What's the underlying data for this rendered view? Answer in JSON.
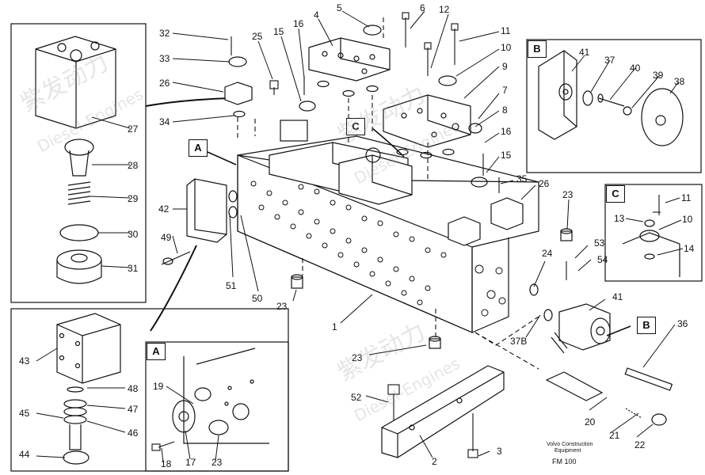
{
  "callouts": [
    {
      "id": "c32",
      "text": "32"
    },
    {
      "id": "c33",
      "text": "33"
    },
    {
      "id": "c26a",
      "text": "26"
    },
    {
      "id": "c34",
      "text": "34"
    },
    {
      "id": "c25",
      "text": "25"
    },
    {
      "id": "c15a",
      "text": "15"
    },
    {
      "id": "c16a",
      "text": "16"
    },
    {
      "id": "c4",
      "text": "4"
    },
    {
      "id": "c5",
      "text": "5"
    },
    {
      "id": "c6",
      "text": "6"
    },
    {
      "id": "c12",
      "text": "12"
    },
    {
      "id": "c11a",
      "text": "11"
    },
    {
      "id": "c10a",
      "text": "10"
    },
    {
      "id": "c9",
      "text": "9"
    },
    {
      "id": "c7",
      "text": "7"
    },
    {
      "id": "c8",
      "text": "8"
    },
    {
      "id": "c16b",
      "text": "16"
    },
    {
      "id": "c15b",
      "text": "15"
    },
    {
      "id": "c35",
      "text": "35"
    },
    {
      "id": "c26b",
      "text": "26"
    },
    {
      "id": "c23a",
      "text": "23"
    },
    {
      "id": "c42",
      "text": "42"
    },
    {
      "id": "c49",
      "text": "49"
    },
    {
      "id": "c51",
      "text": "51"
    },
    {
      "id": "c50",
      "text": "50"
    },
    {
      "id": "c23b",
      "text": "23"
    },
    {
      "id": "c24",
      "text": "24"
    },
    {
      "id": "c53",
      "text": "53"
    },
    {
      "id": "c54",
      "text": "54"
    },
    {
      "id": "c41a",
      "text": "41"
    },
    {
      "id": "c1",
      "text": "1"
    },
    {
      "id": "c37b",
      "text": "37B"
    },
    {
      "id": "c23c",
      "text": "23"
    },
    {
      "id": "c36",
      "text": "36"
    },
    {
      "id": "c52",
      "text": "52"
    },
    {
      "id": "c20",
      "text": "20"
    },
    {
      "id": "c2",
      "text": "2"
    },
    {
      "id": "c3",
      "text": "3"
    },
    {
      "id": "c21",
      "text": "21"
    },
    {
      "id": "c22",
      "text": "22"
    },
    {
      "id": "c27",
      "text": "27"
    },
    {
      "id": "c28",
      "text": "28"
    },
    {
      "id": "c29",
      "text": "29"
    },
    {
      "id": "c30",
      "text": "30"
    },
    {
      "id": "c31",
      "text": "31"
    },
    {
      "id": "c43",
      "text": "43"
    },
    {
      "id": "c48",
      "text": "48"
    },
    {
      "id": "c47",
      "text": "47"
    },
    {
      "id": "c45",
      "text": "45"
    },
    {
      "id": "c46",
      "text": "46"
    },
    {
      "id": "c44",
      "text": "44"
    },
    {
      "id": "c19",
      "text": "19"
    },
    {
      "id": "c18",
      "text": "18"
    },
    {
      "id": "c17",
      "text": "17"
    },
    {
      "id": "c23d",
      "text": "23"
    },
    {
      "id": "c41b",
      "text": "41"
    },
    {
      "id": "c37",
      "text": "37"
    },
    {
      "id": "c40",
      "text": "40"
    },
    {
      "id": "c39",
      "text": "39"
    },
    {
      "id": "c38",
      "text": "38"
    },
    {
      "id": "c11b",
      "text": "11"
    },
    {
      "id": "c13",
      "text": "13"
    },
    {
      "id": "c10b",
      "text": "10"
    },
    {
      "id": "c14",
      "text": "14"
    }
  ],
  "inset_tags": {
    "b_inset": "B",
    "c_inset": "C",
    "a_inset": "A",
    "a_main": "A",
    "c_main": "C",
    "b_main": "B"
  },
  "credit": {
    "line1": "Volvo Construction",
    "line2": "Equipment",
    "code": "FM 100"
  },
  "watermark": {
    "cn": "紫发动力",
    "en": "Diesel-Engines"
  },
  "colors": {
    "ink": "#111111",
    "paper": "#ffffff",
    "watermark": "#a0a0a0"
  }
}
